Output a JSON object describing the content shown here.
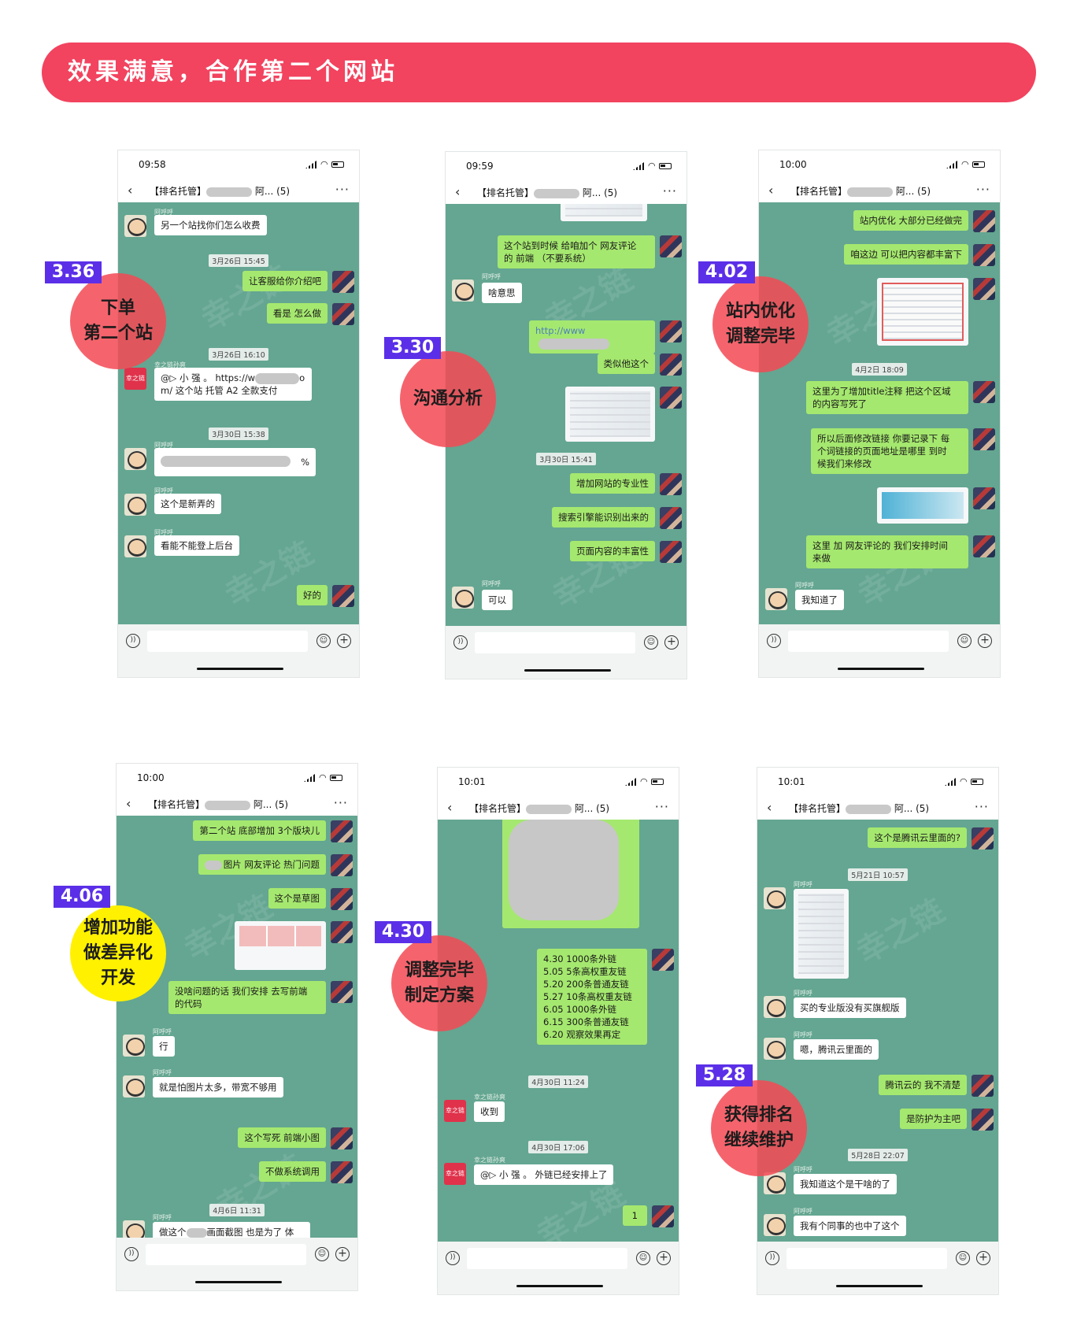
{
  "banner": {
    "title": "效果满意，合作第二个网站"
  },
  "nicks": {
    "ahu": "阿呼呼",
    "brand": "幸之链孙爽"
  },
  "watermark": "幸之链",
  "brand_avatar": "幸之链",
  "phones": [
    {
      "time": "09:58",
      "title": {
        "prefix": "【排名托管】",
        "suffix": " 阿... (5)"
      },
      "messages": {
        "m1": "另一个站找你们怎么收费",
        "ts1": "3月26日 15:45",
        "m2": "让客服给你介绍吧",
        "m3": "看是 怎么做",
        "ts2": "3月26日 16:10",
        "m4a": "@▷ 小 强 。 https://w",
        "m4b": "o\nm/  这个站 托管 A2  全款支付",
        "ts3": "3月30日 15:38",
        "m5": "%",
        "m6": "这个是新弄的",
        "m7": "看能不能登上后台",
        "m8": "好的"
      }
    },
    {
      "time": "09:59",
      "title": {
        "prefix": "【排名托管】",
        "suffix": " 阿... (5)"
      },
      "messages": {
        "m1": "这个站到时候 给咱加个 网友评论\n的 前端 （不要系统）",
        "m2": "啥意思",
        "m3": "http://www",
        "m4": "类似他这个",
        "ts1": "3月30日 15:41",
        "m5": "增加网站的专业性",
        "m6": "搜索引擎能识别出来的",
        "m7": "页面内容的丰富性",
        "m8": "可以"
      }
    },
    {
      "time": "10:00",
      "title": {
        "prefix": "【排名托管】",
        "suffix": " 阿... (5)"
      },
      "messages": {
        "m1": "站内优化 大部分已经做完",
        "m2": "咱这边 可以把内容都丰富下",
        "ts1": "4月2日 18:09",
        "m3": "这里为了增加title注释 把这个区域\n的内容写死了",
        "m4": "所以后面修改链接 你要记录下 每\n个词链接的页面地址是哪里 到时\n候我们来修改",
        "m5": "这里  加 网友评论的 我们安排时间\n来做",
        "m6": "我知道了"
      }
    },
    {
      "time": "10:00",
      "title": {
        "prefix": "【排名托管】",
        "suffix": " 阿... (5)"
      },
      "messages": {
        "m1": "第二个站 底部增加 3个版块儿",
        "m2": "图片  网友评论 热门问题",
        "m3": "这个是草图",
        "m4": "没啥问题的话 我们安排 去写前端\n的代码",
        "m5": "行",
        "m6": "就是怕图片太多，带宽不够用",
        "m7": "这个写死 前端小图",
        "m8": "不做系统调用",
        "ts1": "4月6日 11:31",
        "m9a": "做这个",
        "m9b": "画面截图 也是为了 体\n现更专业更符合seo吧"
      }
    },
    {
      "time": "10:01",
      "title": {
        "prefix": "【排名托管】",
        "suffix": " 阿... (5)"
      },
      "messages": {
        "plan": "4.30   1000条外链\n5.05   5条高权重友链\n5.20   200条普通友链\n5.27   10条高权重友链\n6.05   1000条外链\n6.15   300条普通友链\n6.20   观察效果再定",
        "ts1": "4月30日 11:24",
        "m1": "收到",
        "ts2": "4月30日 17:06",
        "m2": "@▷ 小 强 。 外链已经安排上了",
        "m3": "1"
      }
    },
    {
      "time": "10:01",
      "title": {
        "prefix": "【排名托管】",
        "suffix": " 阿... (5)"
      },
      "messages": {
        "m1": "这个是腾讯云里面的?",
        "ts1": "5月21日 10:57",
        "m2": "买的专业版没有买旗舰版",
        "m3": "嗯，腾讯云里面的",
        "m4": "腾讯云的 我不清楚",
        "m5": "是防护为主吧",
        "ts2": "5月28日 22:07",
        "m6": "我知道这个是干啥的了",
        "m7": "我有个同事的也中了这个"
      }
    }
  ],
  "annotations": [
    {
      "badge": "3.36",
      "label": "下单\n第二个站"
    },
    {
      "badge": "3.30",
      "label": "沟通分析"
    },
    {
      "badge": "4.02",
      "label": "站内优化\n调整完毕"
    },
    {
      "badge": "4.06",
      "label": "增加功能\n做差异化\n开发"
    },
    {
      "badge": "4.30",
      "label": "调整完毕\n制定方案"
    },
    {
      "badge": "5.28",
      "label": "获得排名\n继续维护"
    }
  ],
  "colors": {
    "banner": "#f2435f",
    "chat_bg": "#64a691",
    "bubble_right": "#a5e86f",
    "badge": "#5b2fe8",
    "circle": "#f34a55",
    "circle_yellow": "#fff100"
  }
}
